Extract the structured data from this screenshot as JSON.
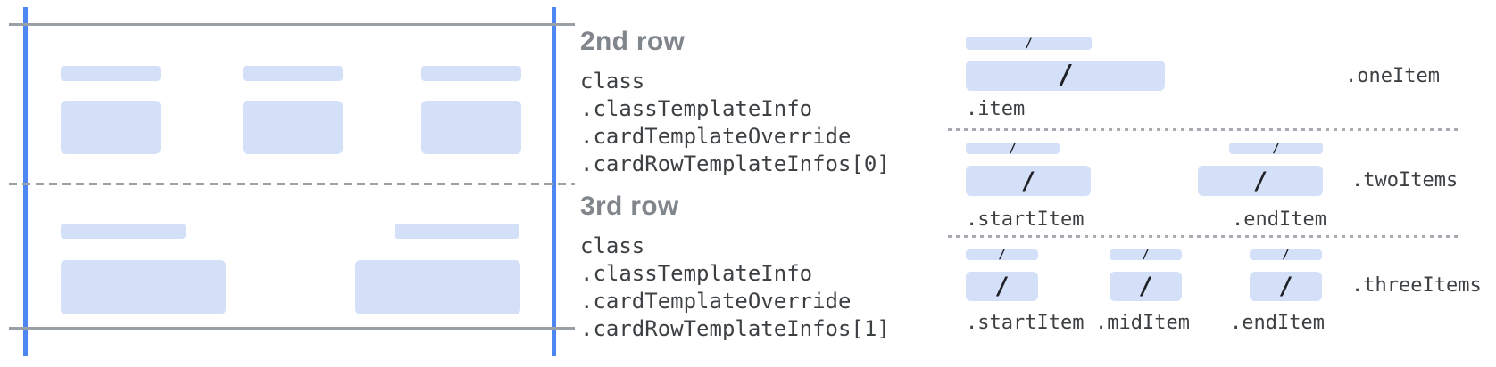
{
  "slash_glyph": "/",
  "colors": {
    "field_placeholder_fill": "#d3e0f8",
    "card_edge_blue": "#4c86f1",
    "line_gray": "#9aa0a6",
    "dotted_separator_gray": "#a5abb0",
    "heading_gray": "#80868b",
    "code_text": "#3c4043",
    "slash_black": "#202124"
  },
  "rows": [
    {
      "heading": "2nd row",
      "code_lines": [
        "class",
        ".classTemplateInfo",
        ".cardTemplateOverride",
        ".cardRowTemplateInfos[0]"
      ]
    },
    {
      "heading": "3rd row",
      "code_lines": [
        "class",
        ".classTemplateInfo",
        ".cardTemplateOverride",
        ".cardRowTemplateInfos[1]"
      ]
    }
  ],
  "layouts": [
    {
      "label": ".oneItem",
      "item_labels": [
        ".item"
      ]
    },
    {
      "label": ".twoItems",
      "item_labels": [
        ".startItem",
        ".endItem"
      ]
    },
    {
      "label": ".threeItems",
      "item_labels": [
        ".startItem",
        ".midItem",
        ".endItem"
      ]
    }
  ]
}
